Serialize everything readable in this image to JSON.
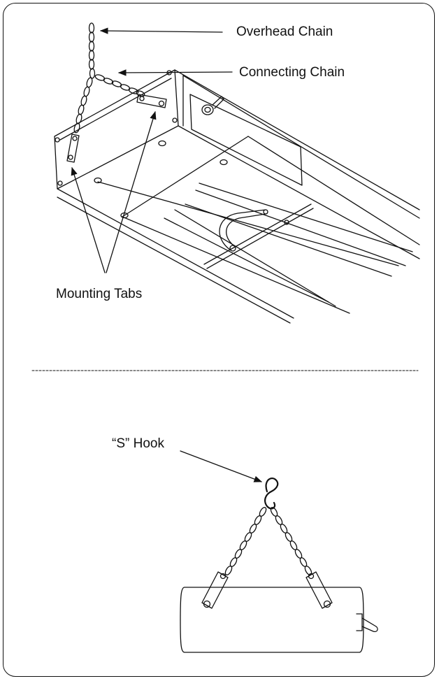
{
  "labels": {
    "overhead_chain": "Overhead Chain",
    "connecting_chain": "Connecting Chain",
    "mounting_tabs": "Mounting Tabs",
    "s_hook": "“S” Hook"
  },
  "colors": {
    "ink": "#111111",
    "paper": "#ffffff"
  }
}
